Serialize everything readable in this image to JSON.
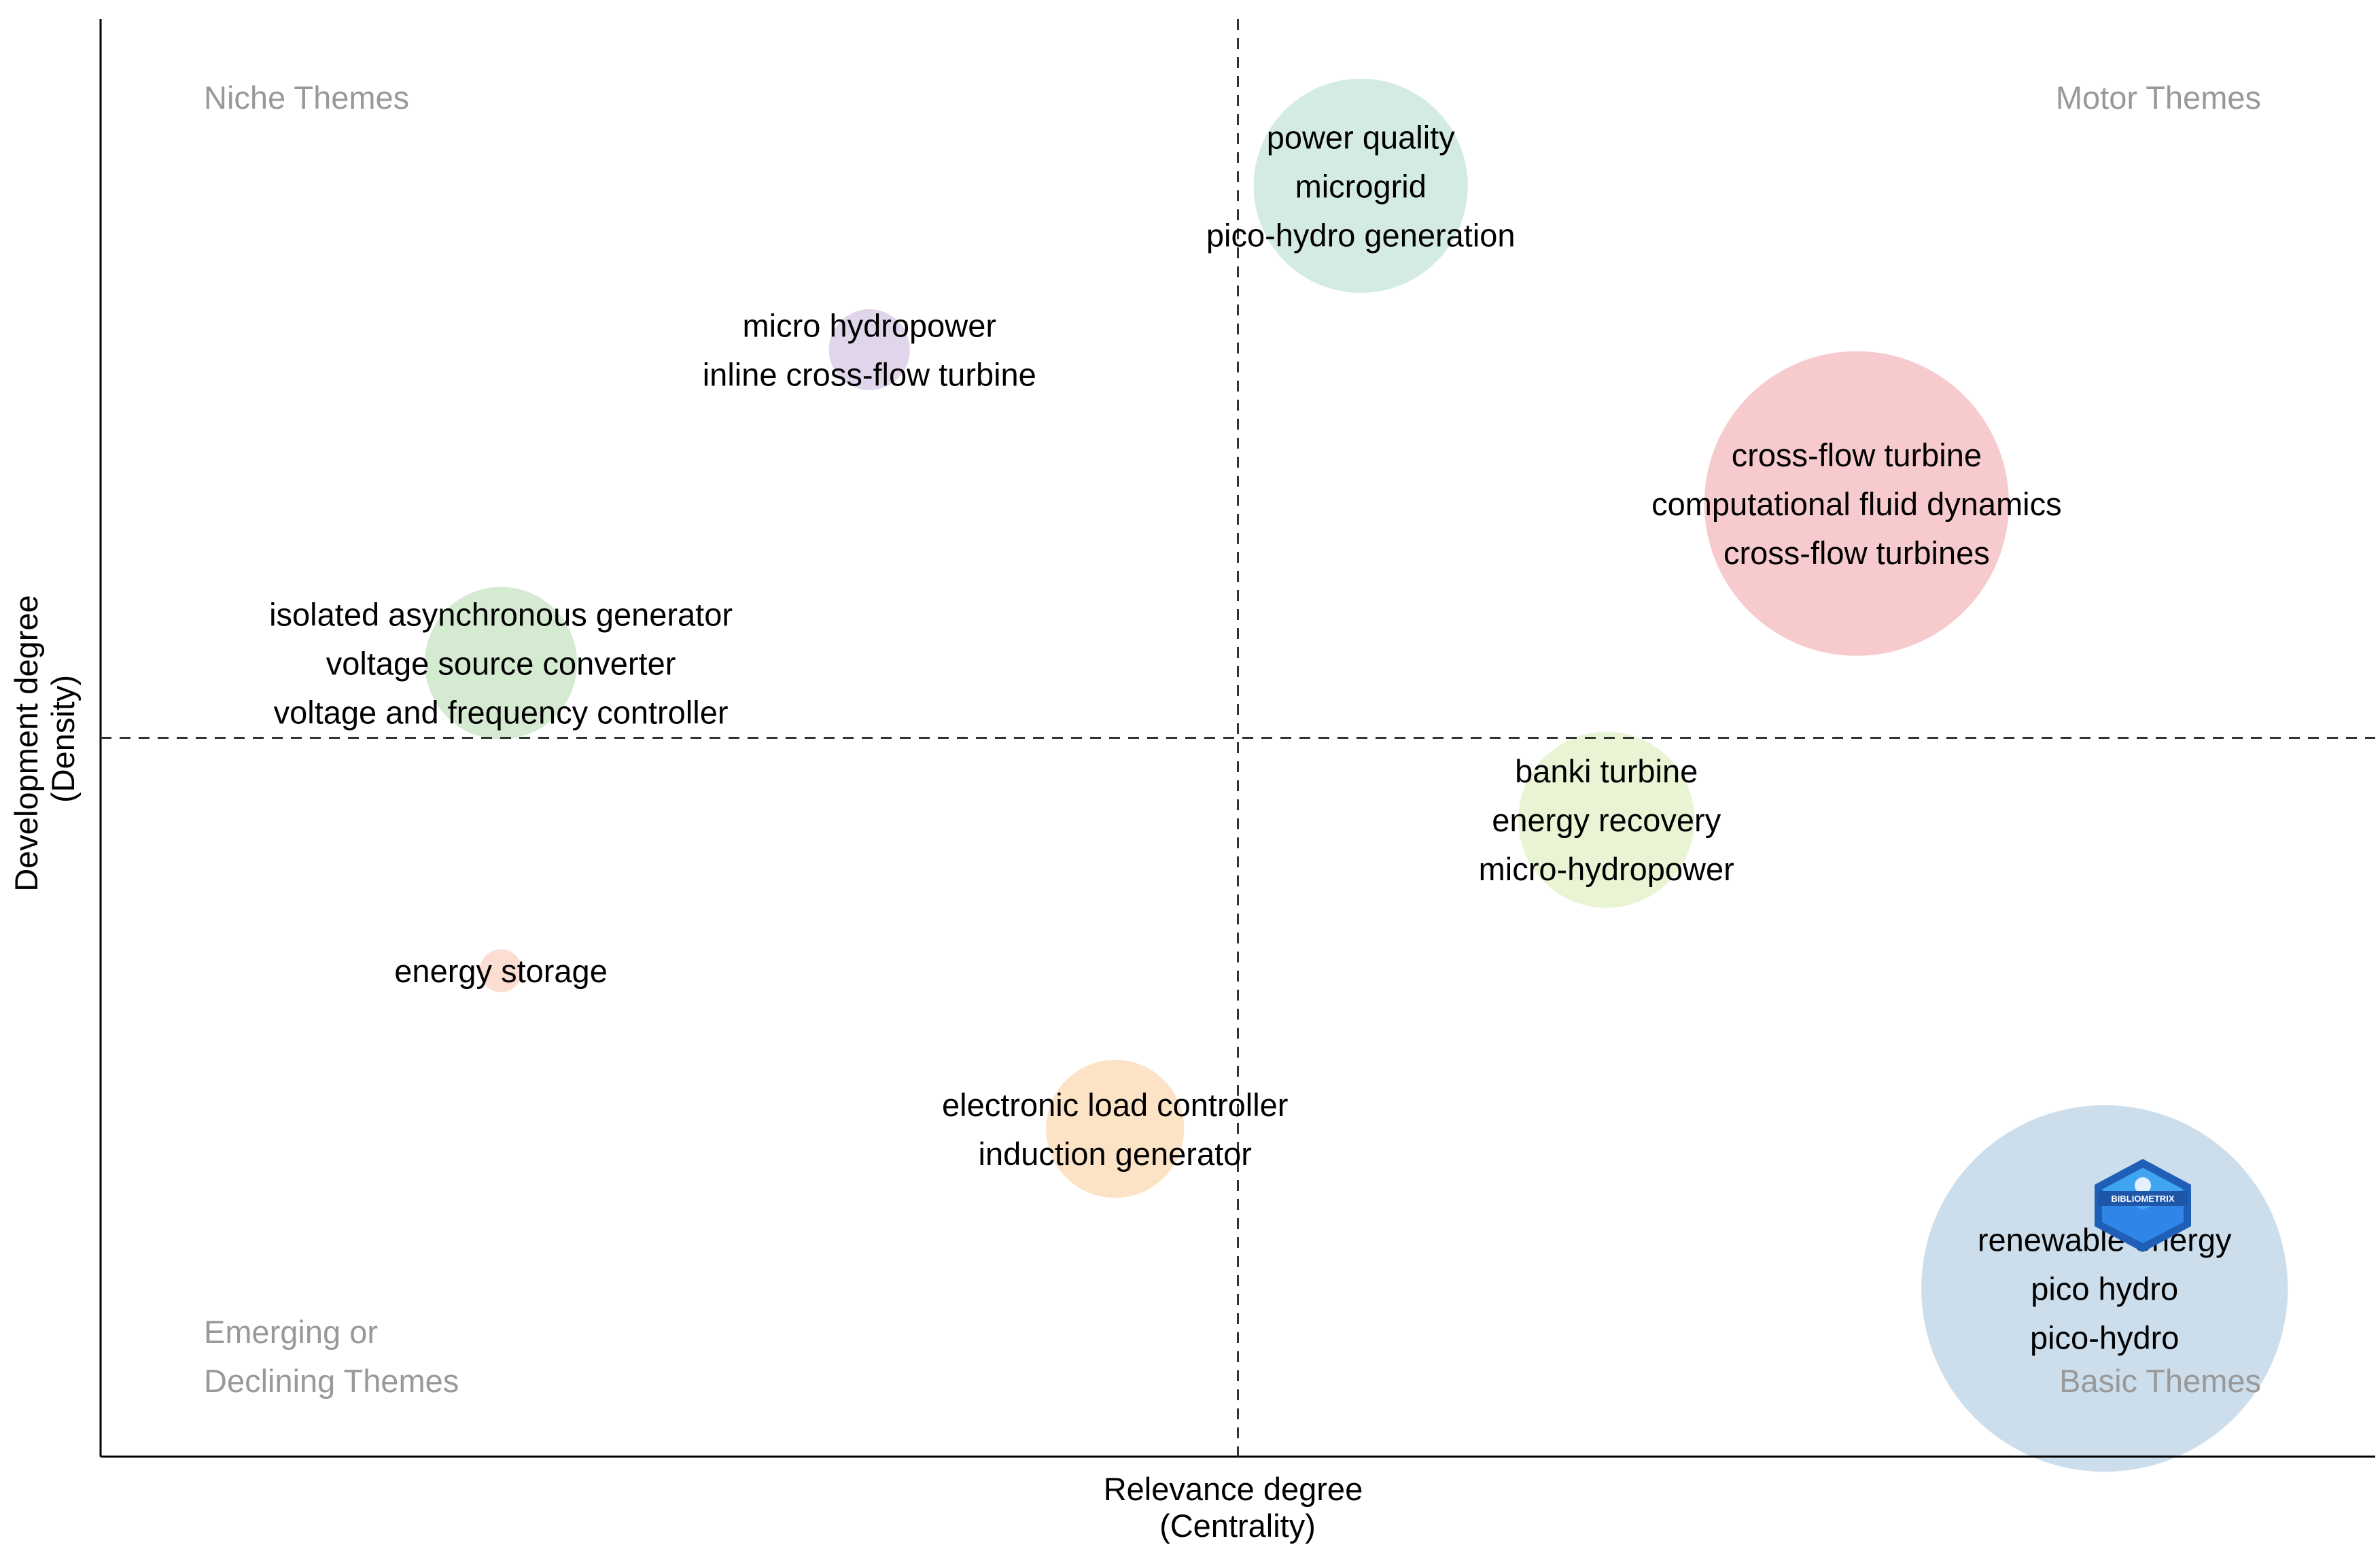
{
  "chart_data": {
    "type": "scatter",
    "xlabel_lines": [
      "Relevance degree",
      "(Centrality)"
    ],
    "ylabel_lines": [
      "Development degree",
      "(Density)"
    ],
    "xlim": [
      0,
      100
    ],
    "ylim": [
      0,
      100
    ],
    "x_median": 50,
    "y_median": 50,
    "grid": false,
    "quadrant_labels": {
      "top_left": [
        "Niche Themes"
      ],
      "top_right": [
        "Motor Themes"
      ],
      "bottom_left": [
        "Emerging or",
        "Declining Themes"
      ],
      "bottom_right": [
        "Basic Themes"
      ]
    },
    "quadrant_label_color": "#999999",
    "clusters": [
      {
        "x": 55.4,
        "y": 88.4,
        "size": 4.5,
        "color": "#cfe9e1",
        "terms": [
          "power quality",
          "microgrid",
          "pico-hydro generation"
        ]
      },
      {
        "x": 33.8,
        "y": 77.0,
        "size": 1.7,
        "color": "#ddd0e9",
        "terms": [
          "micro hydropower",
          "inline cross-flow turbine"
        ]
      },
      {
        "x": 77.2,
        "y": 66.3,
        "size": 6.4,
        "color": "#f6c5c8",
        "terms": [
          "cross-flow turbine",
          "computational fluid dynamics",
          "cross-flow turbines"
        ]
      },
      {
        "x": 17.6,
        "y": 55.2,
        "size": 3.2,
        "color": "#cfe8cc",
        "terms": [
          "isolated asynchronous generator",
          "voltage source converter",
          "voltage and frequency controller"
        ]
      },
      {
        "x": 66.2,
        "y": 44.3,
        "size": 3.7,
        "color": "#e7f3cf",
        "terms": [
          "banki turbine",
          "energy recovery",
          "micro-hydropower"
        ]
      },
      {
        "x": 17.6,
        "y": 33.8,
        "size": 0.9,
        "color": "#fbd9cd",
        "terms": [
          "energy storage"
        ]
      },
      {
        "x": 44.6,
        "y": 22.8,
        "size": 2.9,
        "color": "#fde0c0",
        "terms": [
          "electronic load controller",
          "induction generator"
        ]
      },
      {
        "x": 88.1,
        "y": 11.7,
        "size": 7.7,
        "color": "#c6d9ea",
        "terms": [
          "renewable energy",
          "pico hydro",
          "pico-hydro"
        ]
      }
    ]
  },
  "logo": {
    "name": "bibliometrix-logo-icon",
    "text": "BIBLIOMETRIX",
    "colors": [
      "#1f5fb8",
      "#2f86e6",
      "#3fa4f2"
    ]
  }
}
